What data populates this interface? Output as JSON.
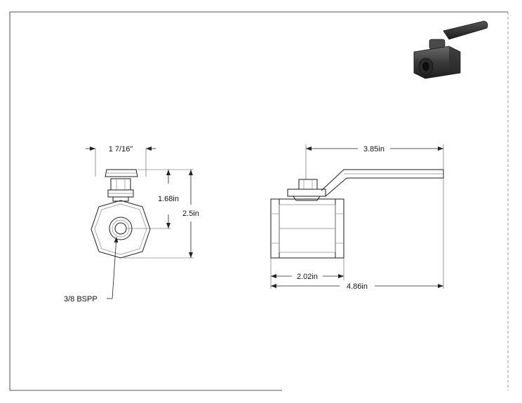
{
  "dimensions": {
    "end_width": "1 7/16\"",
    "center_height": "1.68in",
    "overall_height": "2.5in",
    "handle_length": "3.85in",
    "body_length": "2.02in",
    "overall_length": "4.86in"
  },
  "callouts": {
    "thread": "3/8 BSPP"
  },
  "colors": {
    "line": "#222222",
    "background": "#ffffff",
    "handle": "#2b2b2b",
    "body_dark": "#3a3a3a"
  }
}
